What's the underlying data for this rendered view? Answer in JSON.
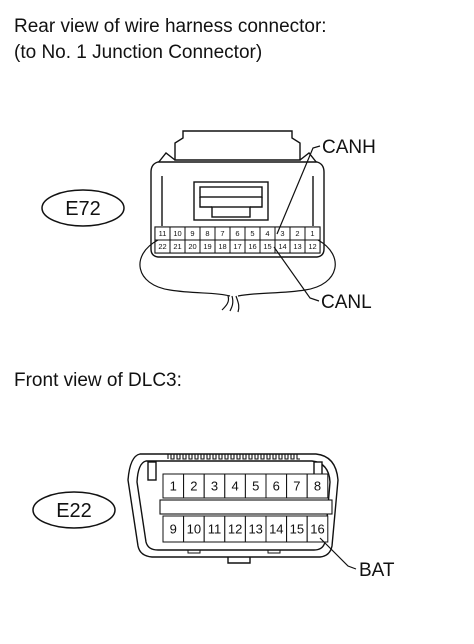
{
  "heading_top": {
    "line1": "Rear view of wire harness connector:",
    "line2": "(to No. 1 Junction Connector)"
  },
  "heading_bottom": "Front view of DLC3:",
  "e72": {
    "label": "E72",
    "top_row_pins": [
      "11",
      "10",
      "9",
      "8",
      "7",
      "6",
      "5",
      "4",
      "3",
      "2",
      "1"
    ],
    "bottom_row_pins": [
      "22",
      "21",
      "20",
      "19",
      "18",
      "17",
      "16",
      "15",
      "14",
      "13",
      "12"
    ],
    "callout_canh": "CANH",
    "callout_canl": "CANL"
  },
  "e22": {
    "label": "E22",
    "top_row_pins": [
      "1",
      "2",
      "3",
      "4",
      "5",
      "6",
      "7",
      "8"
    ],
    "bottom_row_pins": [
      "9",
      "10",
      "11",
      "12",
      "13",
      "14",
      "15",
      "16"
    ],
    "callout_bat": "BAT"
  }
}
